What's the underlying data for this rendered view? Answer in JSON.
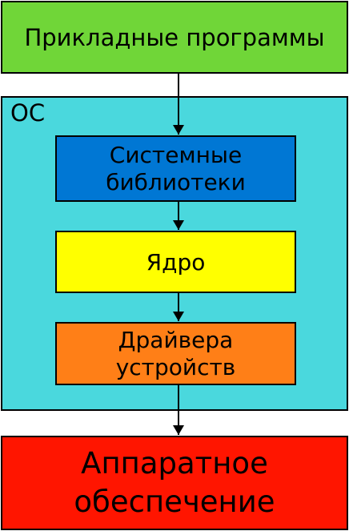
{
  "diagram": {
    "apps": {
      "label": "Прикладные программы",
      "fill": "#70d638"
    },
    "os": {
      "label": "ОС",
      "fill": "#4ad8dd"
    },
    "system_libraries": {
      "label": "Системные\nбиблиотеки",
      "fill": "#0077d4"
    },
    "kernel": {
      "label": "Ядро",
      "fill": "#ffff00"
    },
    "drivers": {
      "label": "Драйвера\nустройств",
      "fill": "#ff7f17"
    },
    "hardware": {
      "label": "Аппаратное\nобеспечение",
      "fill": "#ff1500"
    },
    "arrow_color": "#000000"
  }
}
